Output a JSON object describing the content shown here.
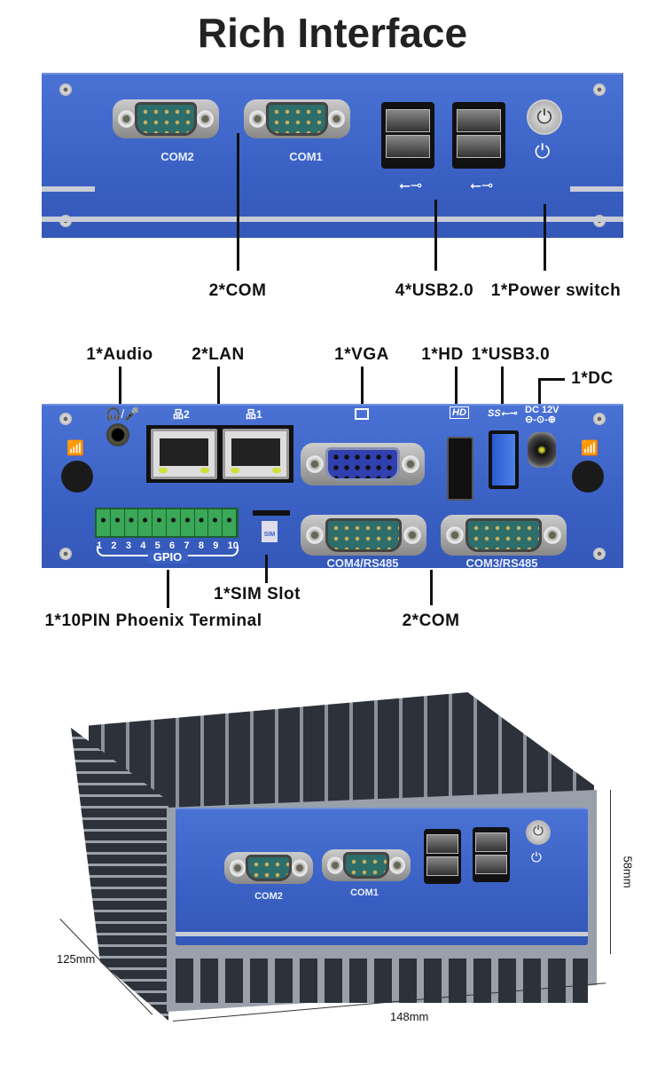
{
  "title": "Rich Interface",
  "front_panel": {
    "ports": [
      "COM2",
      "COM1"
    ],
    "callouts": [
      "2*COM",
      "4*USB2.0",
      "1*Power switch"
    ]
  },
  "rear_panel": {
    "top_callouts": [
      "1*Audio",
      "2*LAN",
      "1*VGA",
      "1*HD",
      "1*USB3.0",
      "1*DC"
    ],
    "icons": {
      "lan2": "2",
      "lan1": "1",
      "hd": "HD",
      "usb3": "SS",
      "dc": "DC 12V"
    },
    "gpio_pins": [
      "1",
      "2",
      "3",
      "4",
      "5",
      "6",
      "7",
      "8",
      "9",
      "10"
    ],
    "gpio_label": "GPIO",
    "sim_label": "SIM",
    "ports": [
      "COM4/RS485",
      "COM3/RS485"
    ],
    "bottom_callouts": [
      "1*SIM Slot",
      "1*10PIN Phoenix Terminal",
      "2*COM"
    ]
  },
  "product": {
    "ports": [
      "COM2",
      "COM1"
    ],
    "dimensions": {
      "height": "58mm",
      "depth": "125mm",
      "width": "148mm"
    }
  },
  "colors": {
    "panel_blue": "#3f66c8",
    "com_green": "#2d6d6a",
    "gpio_green": "#3aa856"
  }
}
